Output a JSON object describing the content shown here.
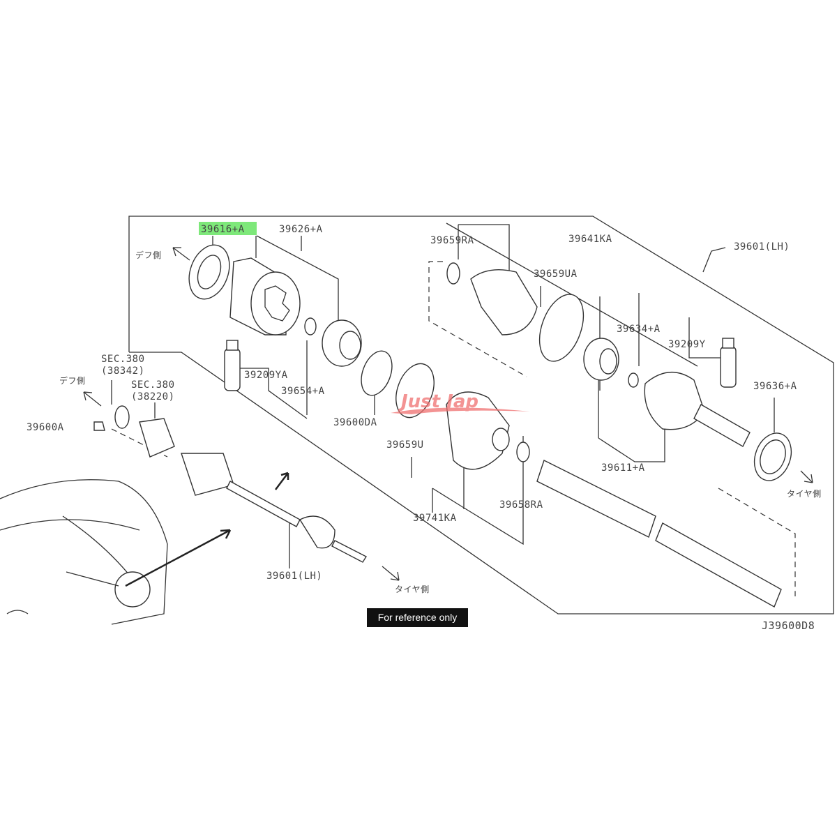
{
  "labels": {
    "p39616a": "39616+A",
    "p39626a": "39626+A",
    "diff_side_top": "デフ側",
    "p39659ra": "39659RA",
    "p39641ka": "39641KA",
    "p39601lh_top": "39601(LH)",
    "p39659ua": "39659UA",
    "p39634a": "39634+A",
    "p39209y": "39209Y",
    "p39209ya": "39209YA",
    "p39654a": "39654+A",
    "sec380_a": "SEC.380",
    "sec380_a_ref": "(38342)",
    "sec380_b": "SEC.380",
    "sec380_b_ref": "(38220)",
    "diff_side_left": "デフ側",
    "p39600a": "39600A",
    "p39600da": "39600DA",
    "p39659u": "39659U",
    "p39636a": "39636+A",
    "p39611a": "39611+A",
    "tire_side_right": "タイヤ側",
    "p39658ra": "39658RA",
    "p39741ka": "39741KA",
    "p39601lh_bottom": "39601(LH)",
    "tire_side_bottom": "タイヤ側",
    "diagram_code": "J39600D8"
  },
  "reference_note": "For reference only",
  "watermark": "Just Jap",
  "highlight_color": "#7ee87a",
  "watermark_color": "#f07070"
}
